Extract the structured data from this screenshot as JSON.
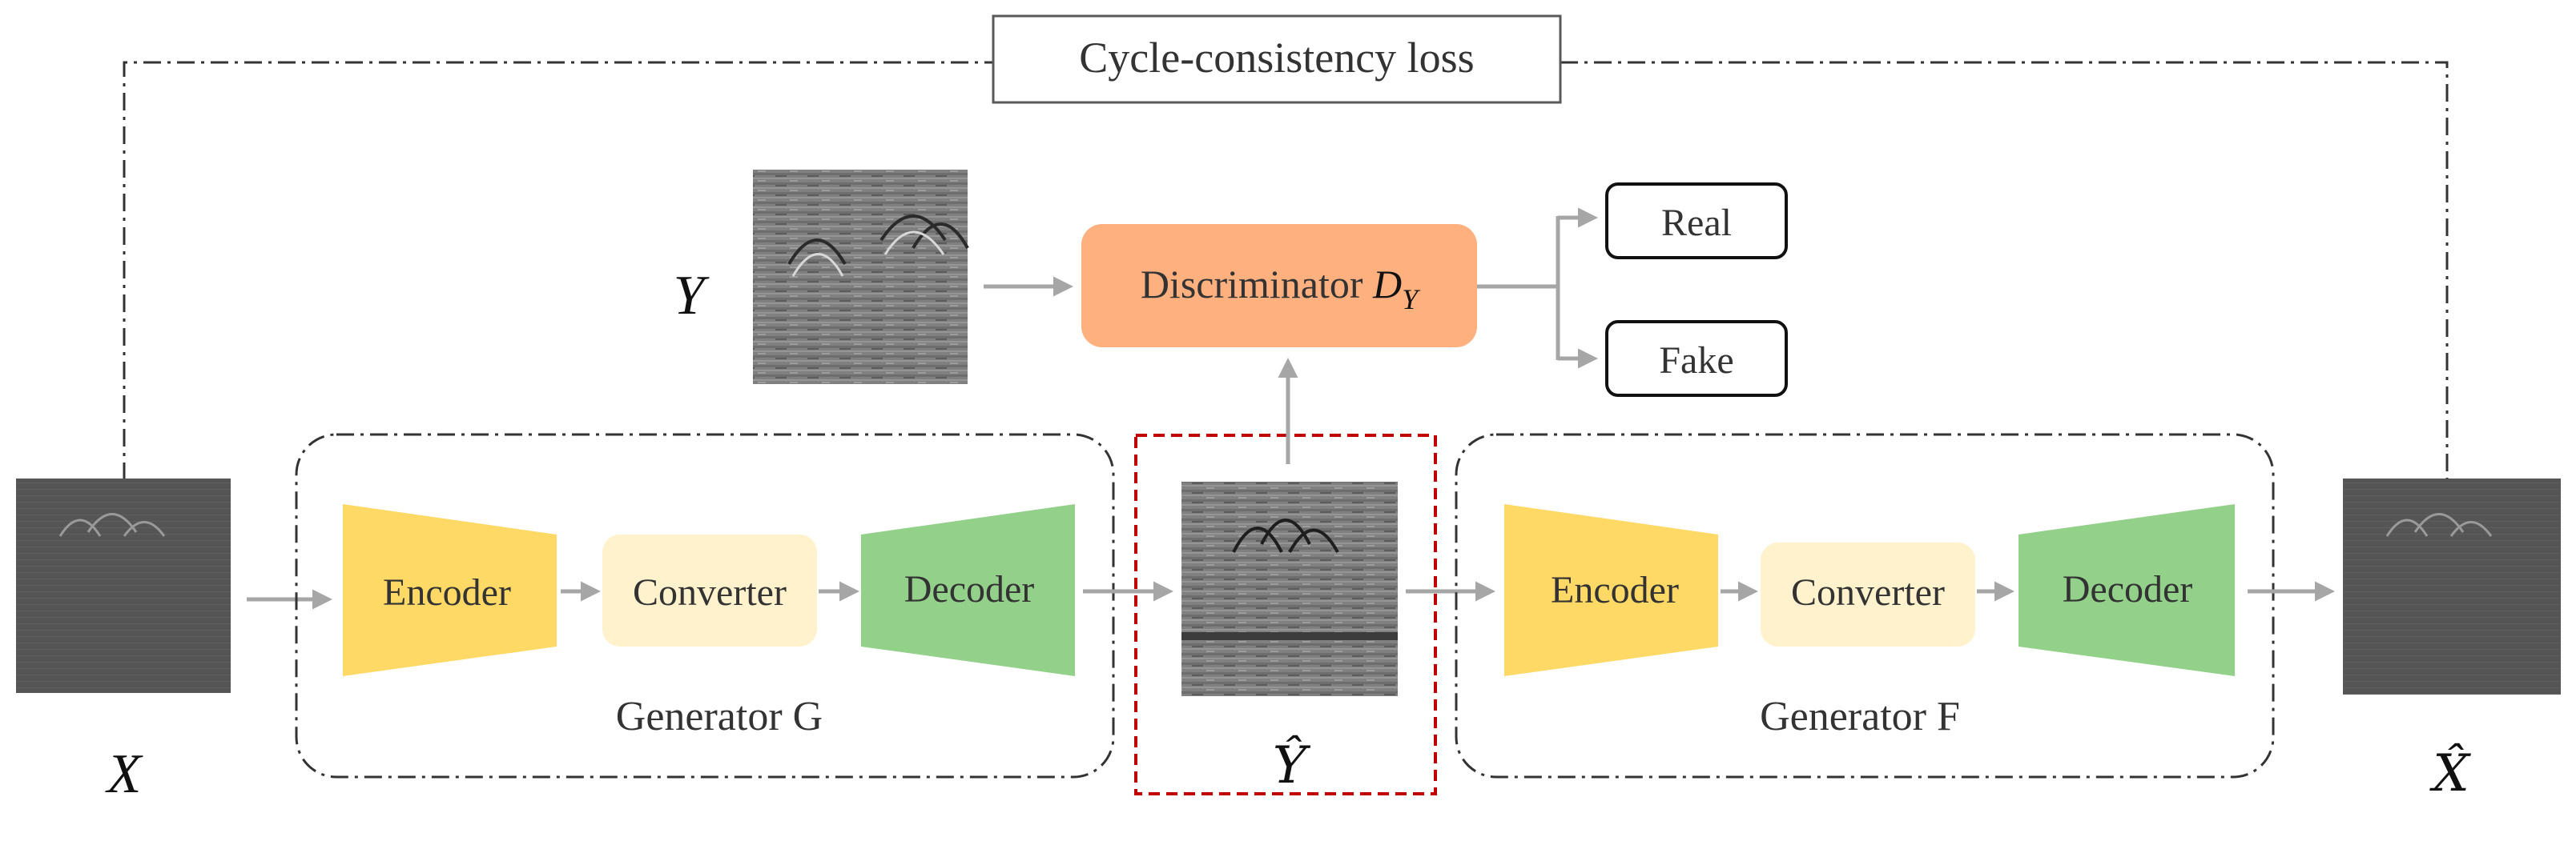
{
  "cycle_loss_label": "Cycle-consistency loss",
  "discriminator": {
    "label": "Discriminator ",
    "symbol": "D",
    "subscript": "Y"
  },
  "outputs": {
    "real": "Real",
    "fake": "Fake"
  },
  "generator_g": {
    "encoder": "Encoder",
    "converter": "Converter",
    "decoder": "Decoder",
    "label": "Generator G"
  },
  "generator_f": {
    "encoder": "Encoder",
    "converter": "Converter",
    "decoder": "Decoder",
    "label": "Generator F"
  },
  "symbols": {
    "x": "X",
    "y": "Y",
    "y_hat": "Ŷ",
    "x_hat": "X̂"
  },
  "colors": {
    "encoder": "#ffd966",
    "converter": "#fff2cc",
    "decoder": "#93d18b",
    "discriminator": "#ffb07f",
    "arrow": "#a6a6a6",
    "highlight_box": "#c00000",
    "image_dark": "#545454",
    "image_gray": "#7f7f7f"
  }
}
